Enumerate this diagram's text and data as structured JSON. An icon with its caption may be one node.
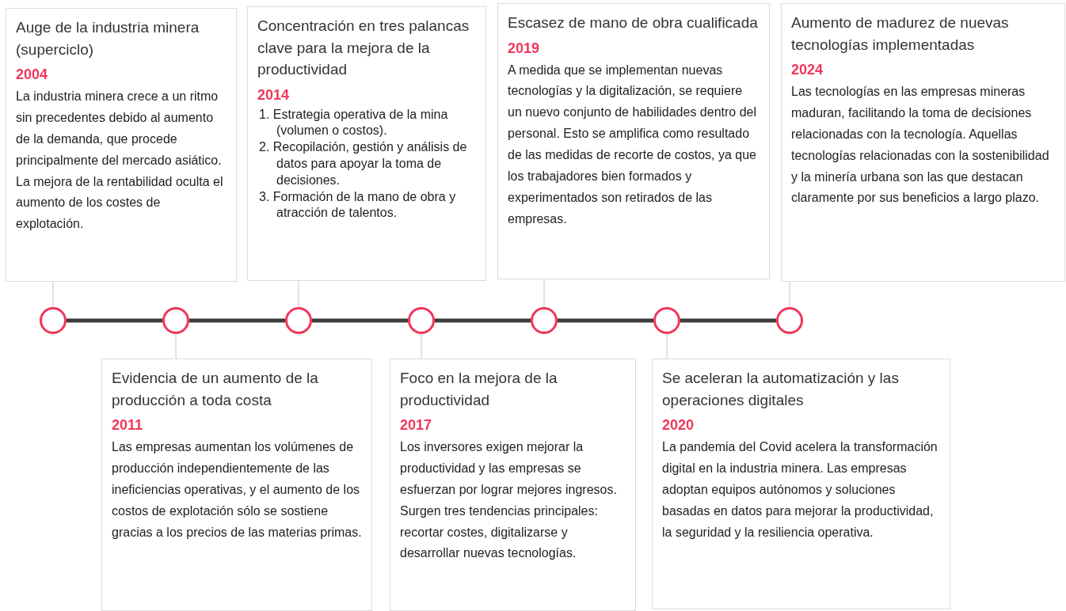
{
  "diagram": {
    "nodes": [
      {
        "text": [
          "Auge de la industria minera (superciclo)",
          "2004",
          "La industria minera crece a un ritmo sin precedentes debido al aumento de la demanda, que procede principalmente del mercado asiático. La mejora de la rentabilidad oculta el aumento de los costes de explotación."
        ]
      },
      {
        "text": [
          "Evidencia de un aumento de la producción a toda costa",
          "2011",
          "Las empresas aumentan los volúmenes de producción independientemente de las ineficiencias operativas, y el aumento de los costos de explotación sólo se sostiene gracias a los precios de las materias primas."
        ]
      },
      {
        "text": [
          "Concentración en tres palancas clave para la mejora de la productividad",
          "2014",
          "1. Estrategia operativa de la mina (volumen o costos).",
          "2. Recopilación, gestión y análisis de datos para apoyar la toma de decisiones.",
          "3. Formación de la mano de obra y atracción de talentos."
        ]
      },
      {
        "text": [
          "Foco en la mejora de la productividad",
          "2017",
          "Los inversores exigen mejorar la productividad y las empresas se esfuerzan por lograr mejores ingresos. Surgen tres tendencias principales: recortar costes, digitalizarse y desarrollar nuevas tecnologías."
        ]
      },
      {
        "text": [
          "Escasez de mano de obra cualificada",
          "2019",
          "A medida que se implementan nuevas tecnologías y la digitalización, se requiere un nuevo conjunto de habilidades dentro del personal. Esto se amplifica como resultado de las medidas de recorte de costos, ya que los trabajadores bien formados y experimentados son retirados de las empresas."
        ]
      },
      {
        "text": [
          "Se aceleran la automatización y las operaciones digitales",
          "2020",
          "La pandemia del Covid acelera la transformación digital en la industria minera. Las empresas adoptan equipos autónomos y soluciones basadas en datos para mejorar la productividad, la seguridad y la resiliencia operativa."
        ]
      },
      {
        "text": [
          "Aumento de madurez de nuevas tecnologías implementadas",
          "2024",
          "Las tecnologías en las empresas mineras maduran, facilitando la toma de decisiones relacionadas con la tecnología. Aquellas tecnologías relacionadas con la sostenibilidad y la minería urbana son las que destacan claramente por sus beneficios a largo plazo."
        ]
      },
      {
        "text": [],
        "shape": "circle"
      },
      {
        "text": [],
        "shape": "circle"
      },
      {
        "text": [],
        "shape": "circle"
      },
      {
        "text": [],
        "shape": "circle"
      },
      {
        "text": [],
        "shape": "circle"
      },
      {
        "text": [],
        "shape": "circle"
      },
      {
        "text": [],
        "shape": "circle"
      }
    ],
    "edges": [
      {
        "from": 0,
        "to": 7,
        "arrow": "none"
      },
      {
        "from": 1,
        "to": 8,
        "arrow": "none"
      },
      {
        "from": 2,
        "to": 9,
        "arrow": "none"
      },
      {
        "from": 3,
        "to": 10,
        "arrow": "none"
      },
      {
        "from": 4,
        "to": 11,
        "arrow": "none"
      },
      {
        "from": 5,
        "to": 12,
        "arrow": "none"
      },
      {
        "from": 6,
        "to": 13,
        "arrow": "none"
      },
      {
        "from": 7,
        "to": 8,
        "arrow": "none",
        "style": "thick",
        "color": "#3d3d3d"
      },
      {
        "from": 8,
        "to": 9,
        "arrow": "none",
        "style": "thick",
        "color": "#3d3d3d"
      },
      {
        "from": 9,
        "to": 10,
        "arrow": "none",
        "style": "thick",
        "color": "#3d3d3d"
      },
      {
        "from": 10,
        "to": 11,
        "arrow": "none",
        "style": "thick",
        "color": "#3d3d3d"
      },
      {
        "from": 11,
        "to": 12,
        "arrow": "none",
        "style": "thick",
        "color": "#3d3d3d"
      },
      {
        "from": 12,
        "to": 13,
        "arrow": "none",
        "style": "thick",
        "color": "#3d3d3d"
      }
    ]
  }
}
